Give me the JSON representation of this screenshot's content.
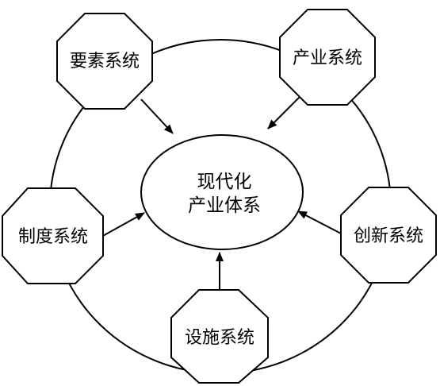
{
  "diagram": {
    "center": {
      "line1": "现代化",
      "line2": "产业体系"
    },
    "nodes": [
      {
        "id": "yaosu",
        "label": "要素系统"
      },
      {
        "id": "chanye",
        "label": "产业系统"
      },
      {
        "id": "zhidu",
        "label": "制度系统"
      },
      {
        "id": "chuangxin",
        "label": "创新系统"
      },
      {
        "id": "sheshi",
        "label": "设施系统"
      }
    ]
  }
}
